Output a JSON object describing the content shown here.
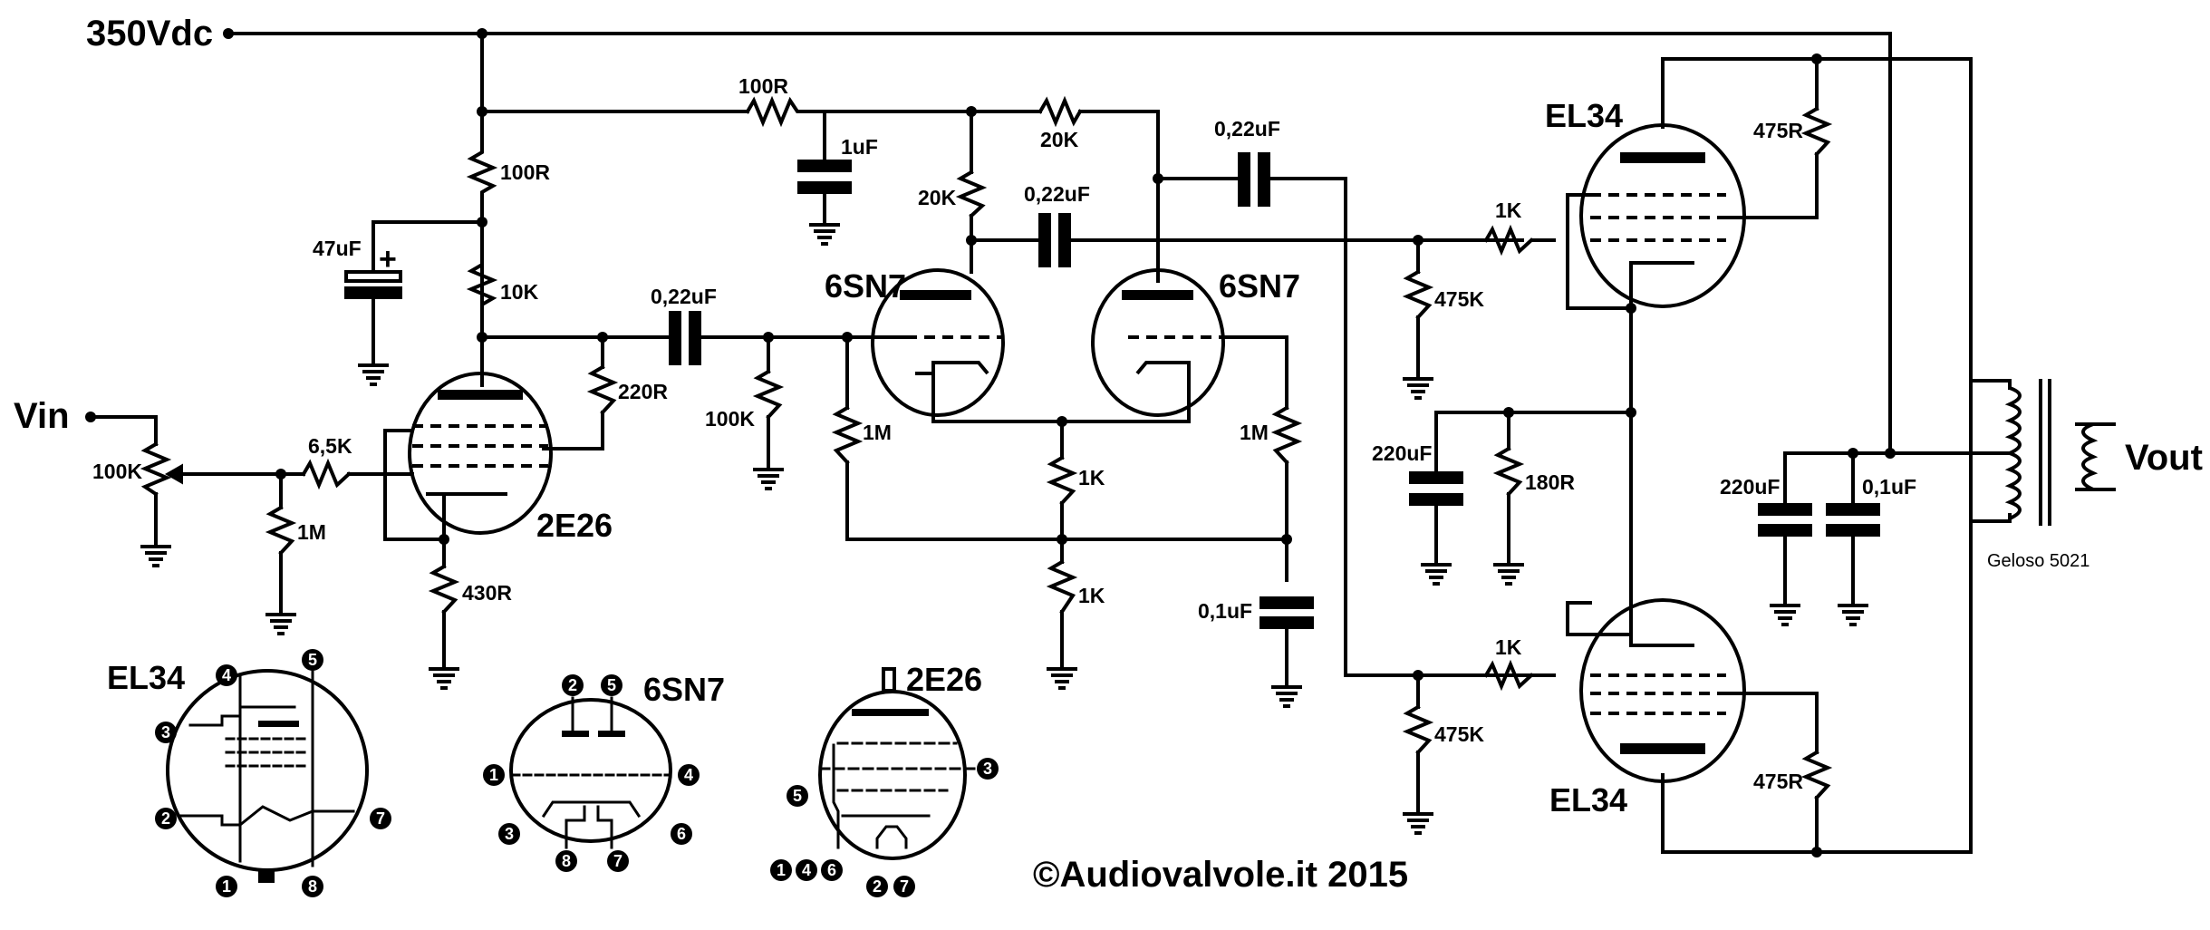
{
  "supply": {
    "label": "350Vdc"
  },
  "input": {
    "label": "Vin"
  },
  "output": {
    "label": "Vout"
  },
  "transformer": {
    "label": "Geloso 5021"
  },
  "copyright": "©Audiovalvole.it 2015",
  "components": {
    "r_supply_1": "100R",
    "r_supply_2": "100R",
    "r_10k": "10K",
    "c_47uf": "47uF",
    "c_47uf_polarity": "+",
    "c_1uf": "1uF",
    "r_20k_plate": "20K",
    "r_20k_feedback": "20K",
    "c_couple_mid": "0,22uF",
    "c_couple_top": "0,22uF",
    "c_couple_in": "0,22uF",
    "r_220r": "220R",
    "r_100k_grid": "100K",
    "pot_100k": "100K",
    "r_6k5": "6,5K",
    "r_1m_in": "1M",
    "r_430r": "430R",
    "r_1m_grid_l": "1M",
    "r_1m_grid_r": "1M",
    "r_1k_tail": "1K",
    "r_1k_tail2": "1K",
    "c_01uf_tail": "0,1uF",
    "r_1k_grid_top": "1K",
    "r_475k_top": "475K",
    "r_1k_grid_bot": "1K",
    "r_475k_bot": "475K",
    "c_220uf_cath": "220uF",
    "r_180r": "180R",
    "r_475r_top": "475R",
    "r_475r_bot": "475R",
    "c_220uf_supply": "220uF",
    "c_01uf_supply": "0,1uF"
  },
  "tubes": {
    "driver": "2E26",
    "pi_left": "6SN7",
    "pi_right": "6SN7",
    "out_top": "EL34",
    "out_bot": "EL34"
  },
  "pinouts": {
    "el34": {
      "name": "EL34",
      "pins": [
        "1",
        "2",
        "3",
        "4",
        "5",
        "7",
        "8"
      ]
    },
    "sn7": {
      "name": "6SN7",
      "pins": [
        "1",
        "2",
        "3",
        "4",
        "5",
        "6",
        "7",
        "8"
      ]
    },
    "e26": {
      "name": "2E26",
      "pins": [
        "5",
        "3",
        "1",
        "4",
        "6",
        "2",
        "7"
      ]
    }
  }
}
